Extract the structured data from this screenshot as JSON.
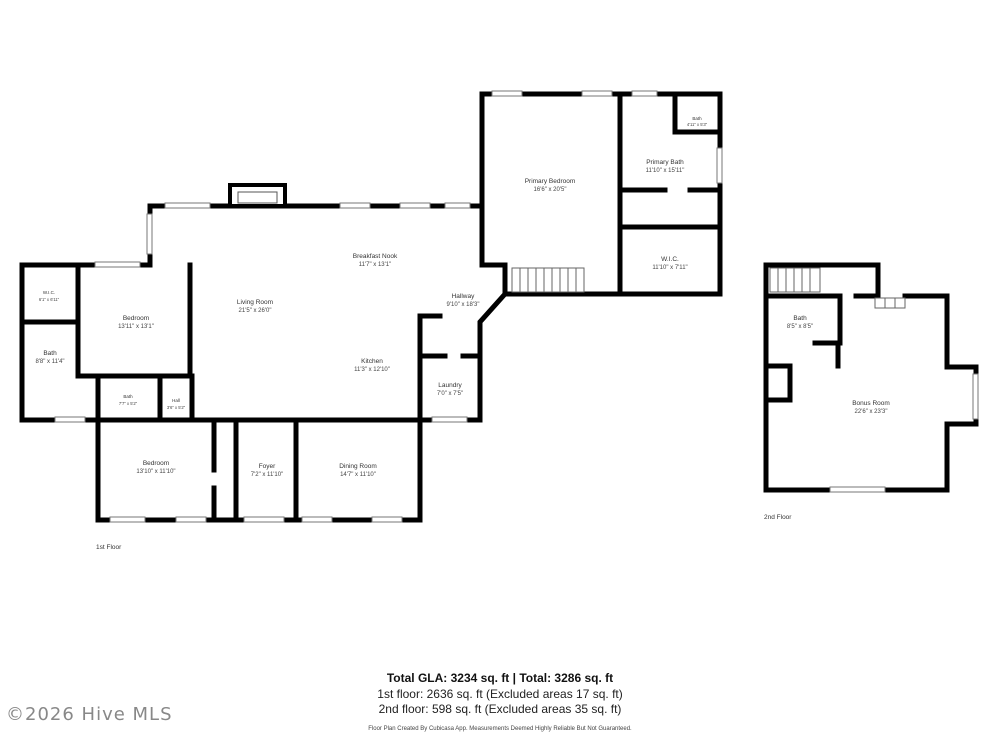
{
  "floor_labels": {
    "first": "1st Floor",
    "second": "2nd Floor"
  },
  "rooms": {
    "primary_bedroom": {
      "name": "Primary Bedroom",
      "dim": "16'6\" x 20'5\""
    },
    "primary_bath": {
      "name": "Primary Bath",
      "dim": "11'10\" x 15'11\""
    },
    "bath_small": {
      "name": "Bath",
      "dim": "4'11\" x 5'3\""
    },
    "wic_primary": {
      "name": "W.I.C.",
      "dim": "11'10\" x 7'11\""
    },
    "breakfast_nook": {
      "name": "Breakfast Nook",
      "dim": "11'7\" x 13'1\""
    },
    "living_room": {
      "name": "Living Room",
      "dim": "21'5\" x 26'0\""
    },
    "hallway": {
      "name": "Hallway",
      "dim": "9'10\" x 18'3\""
    },
    "kitchen": {
      "name": "Kitchen",
      "dim": "11'3\" x 12'10\""
    },
    "laundry": {
      "name": "Laundry",
      "dim": "7'0\" x 7'5\""
    },
    "wic_left": {
      "name": "W.I.C.",
      "dim": "6'1\" x 6'11\""
    },
    "bedroom_left": {
      "name": "Bedroom",
      "dim": "13'11\" x 13'1\""
    },
    "bath_left": {
      "name": "Bath",
      "dim": "8'8\" x 11'4\""
    },
    "bath_mid": {
      "name": "Bath",
      "dim": "7'7\" x 5'2\""
    },
    "hall": {
      "name": "Hall",
      "dim": "3'6\" x 5'2\""
    },
    "bedroom_front": {
      "name": "Bedroom",
      "dim": "13'10\" x 11'10\""
    },
    "foyer": {
      "name": "Foyer",
      "dim": "7'2\" x 11'10\""
    },
    "dining_room": {
      "name": "Dining Room",
      "dim": "14'7\" x 11'10\""
    },
    "bath_upper": {
      "name": "Bath",
      "dim": "8'5\" x 8'5\""
    },
    "bonus_room": {
      "name": "Bonus Room",
      "dim": "22'6\" x 23'3\""
    }
  },
  "summary": {
    "total": "Total GLA: 3234 sq. ft | Total: 3286 sq. ft",
    "first_floor": "1st floor: 2636 sq. ft (Excluded areas 17 sq. ft)",
    "second_floor": "2nd floor: 598 sq. ft (Excluded areas 35 sq. ft)",
    "disclaimer": "Floor Plan Created By Cubicasa App. Measurements Deemed Highly Reliable But Not Guaranteed."
  },
  "watermark": "©2026 Hive MLS"
}
